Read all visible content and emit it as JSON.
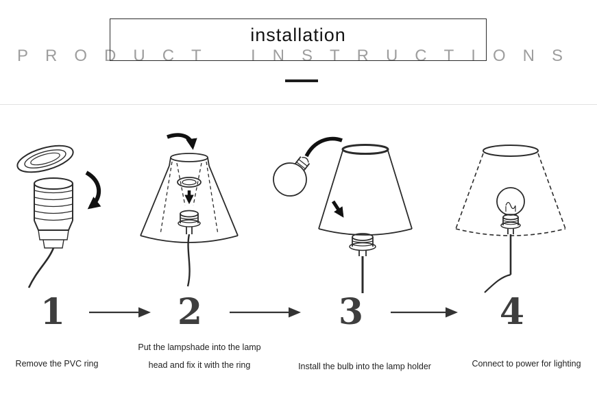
{
  "header": {
    "title": "installation",
    "background_text": "PRODUCT INSTRUCTIONS"
  },
  "colors": {
    "ink": "#2b2b2b",
    "arrow": "#111111",
    "muted_text": "#9e9e9e",
    "divider": "#e2e2e2",
    "number": "#3e3e3e"
  },
  "steps": [
    {
      "number": "1",
      "caption": "Remove the PVC ring",
      "illustration": "lamp-socket-with-pvc-ring-removed"
    },
    {
      "number": "2",
      "caption": "Put the lampshade into the lamp head and fix it with the ring",
      "illustration": "lampshade-with-ring-being-fixed"
    },
    {
      "number": "3",
      "caption": "Install the bulb into the lamp holder",
      "illustration": "bulb-being-installed-into-holder"
    },
    {
      "number": "4",
      "caption": "Connect to power for lighting",
      "illustration": "assembled-lamp-connected-to-power"
    }
  ]
}
